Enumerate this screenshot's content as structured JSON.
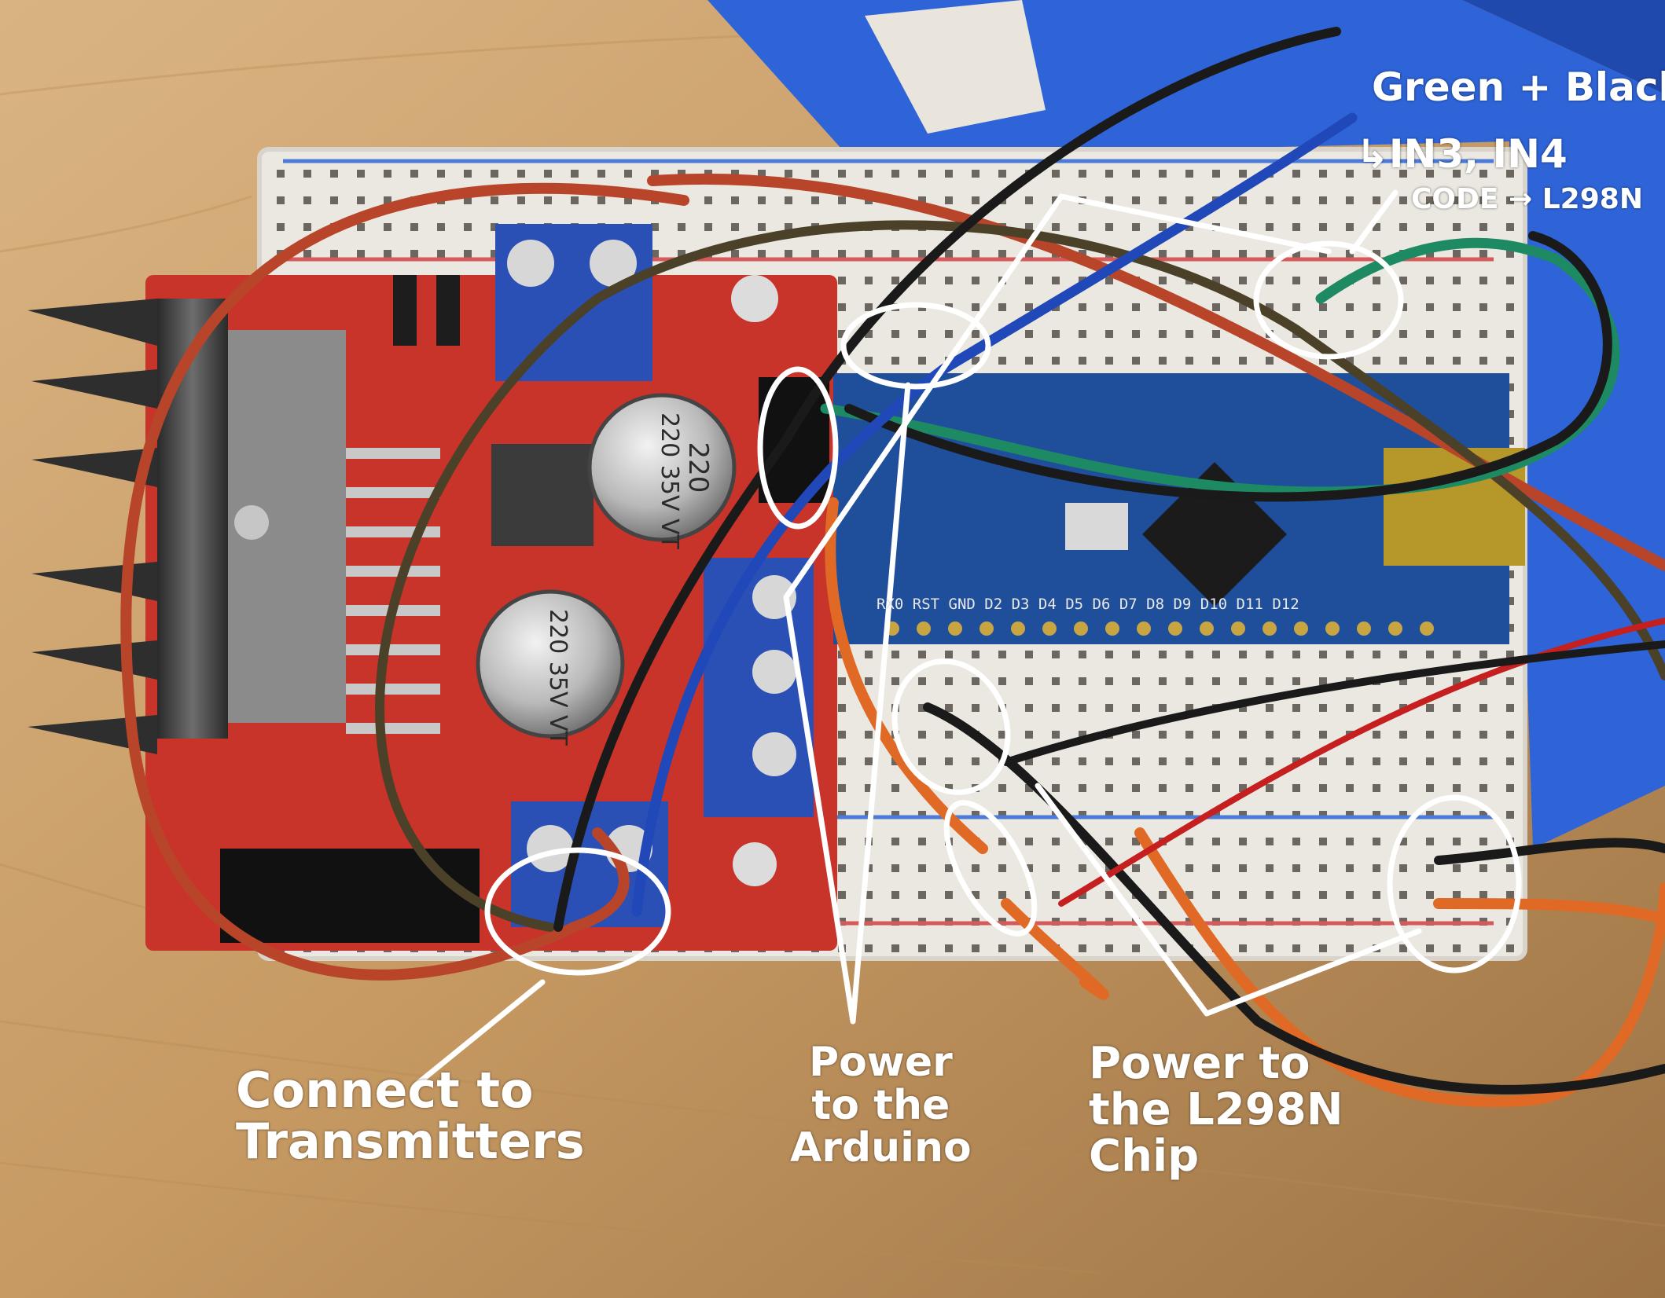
{
  "annotations": {
    "transmitters": "Connect to\nTransmitters",
    "arduino_power": "Power\nto the\nArduino",
    "chip_power": "Power to\nthe L298N\nChip",
    "green_black": "Green + Black",
    "in_pins": "↳IN3, IN4",
    "code": "CODE → L298N"
  },
  "board_labels": {
    "cap_top": "220\n35V\nVT",
    "cap_bottom": "220\n35V\nVT",
    "nano_pins": "RX0 RST GND D2 D3 D4 D5 D6 D7 D8 D9 D10 D11 D12"
  },
  "colors": {
    "wood": "#c9a06a",
    "breadboard": "#e9e6df",
    "driver_board": "#c8332a",
    "arduino_nano": "#1f4f9a",
    "terminal_block": "#2a4fb5",
    "enclosure": "#2f6ae0",
    "annotation": "#ffffff"
  }
}
